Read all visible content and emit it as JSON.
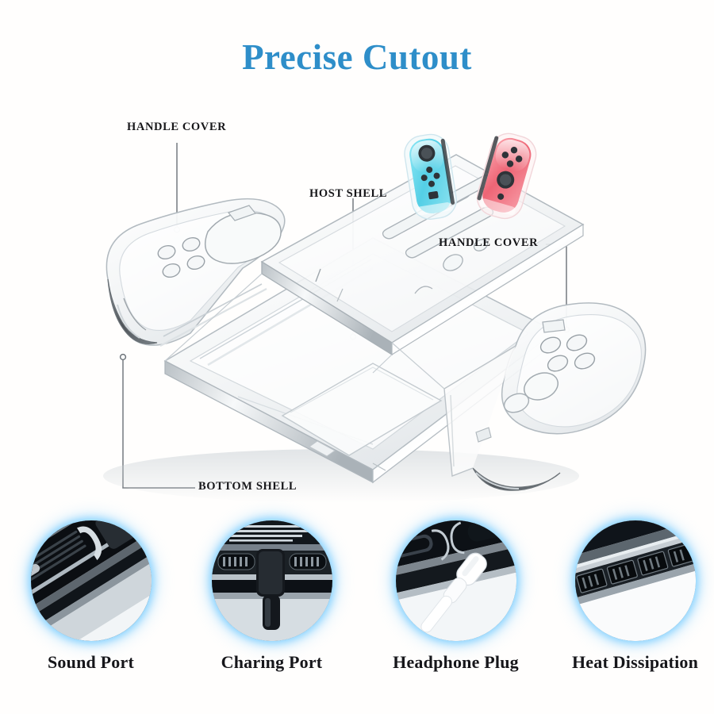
{
  "page": {
    "title": "Precise Cutout",
    "title_color": "#2e8ec9",
    "background_color": "#fffefd",
    "label_color": "#17171a",
    "glow_color": "#78cdff"
  },
  "diagram": {
    "subject": "transparent-protective-case-exploded-view",
    "callouts": [
      {
        "id": "handle-cover-left",
        "label": "HANDLE COVER"
      },
      {
        "id": "host-shell",
        "label": "HOST SHELL"
      },
      {
        "id": "handle-cover-right",
        "label": "HANDLE COVER"
      },
      {
        "id": "bottom-shell",
        "label": "BOTTOM SHELL"
      }
    ],
    "joycons": [
      {
        "id": "joycon-left",
        "color": "#5fd4e8",
        "icon": "joycon-left-icon"
      },
      {
        "id": "joycon-right",
        "color": "#f2707f",
        "icon": "joycon-right-icon"
      }
    ]
  },
  "features": [
    {
      "id": "sound-port",
      "caption": "Sound Port",
      "icon": "speaker-grille-icon"
    },
    {
      "id": "charging-port",
      "caption": "Charing Port",
      "icon": "usb-c-cable-icon"
    },
    {
      "id": "headphone-plug",
      "caption": "Headphone Plug",
      "icon": "headphone-jack-icon"
    },
    {
      "id": "heat-dissipation",
      "caption": "Heat Dissipation",
      "icon": "vent-slots-icon"
    }
  ]
}
